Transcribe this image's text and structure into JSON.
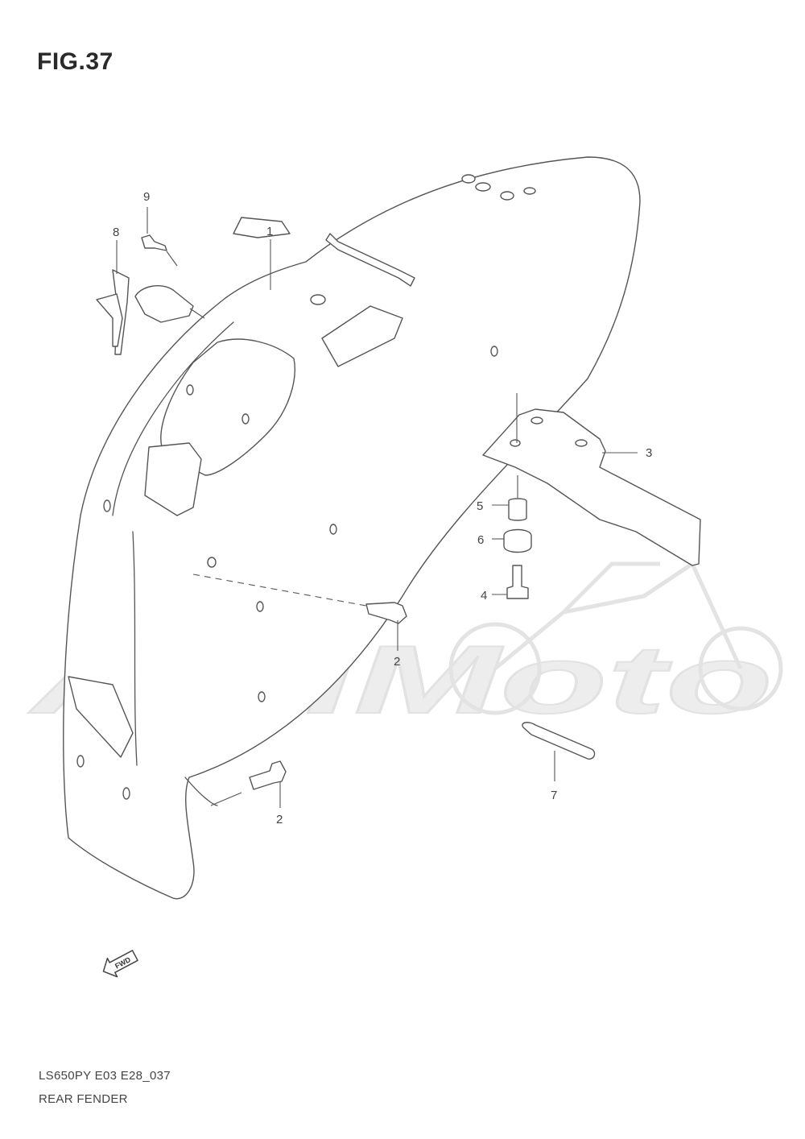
{
  "figure": {
    "title": "FIG.37"
  },
  "footer": {
    "model_code": "LS650PY  E03  E28_037",
    "name": "REAR FENDER"
  },
  "callouts": [
    {
      "id": "c1",
      "label": "1"
    },
    {
      "id": "c2a",
      "label": "2"
    },
    {
      "id": "c2b",
      "label": "2"
    },
    {
      "id": "c3",
      "label": "3"
    },
    {
      "id": "c4",
      "label": "4"
    },
    {
      "id": "c5",
      "label": "5"
    },
    {
      "id": "c6",
      "label": "6"
    },
    {
      "id": "c7",
      "label": "7"
    },
    {
      "id": "c8",
      "label": "8"
    },
    {
      "id": "c9",
      "label": "9"
    }
  ],
  "direction_badge": {
    "text": "FWD"
  },
  "watermark": {
    "text": "AeliMoto"
  }
}
